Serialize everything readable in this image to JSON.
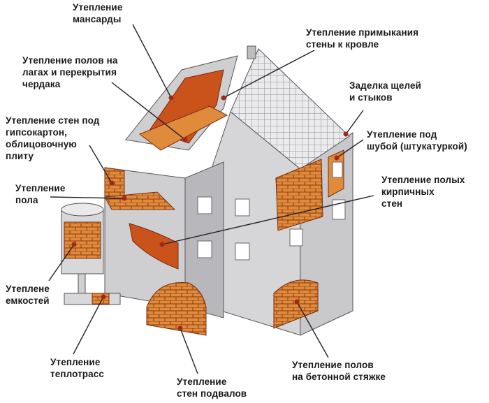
{
  "labels": {
    "attic": "Утепление\nмансарды",
    "floors_on_joists": "Утепление полов на\nлагах и перекрытия\nчердака",
    "wall_roof_junction": "Утепление примыкания\nстены к кровле",
    "gaps_and_joints": "Заделка щелей\nи стыков",
    "walls_under_drywall": "Утепление стен под\nгипсокартон,\nоблицовочную\nплиту",
    "walls_under_plaster": "Утепление под\nшубой (штукатуркой)",
    "floor": "Утепление\nпола",
    "hollow_brick_walls": "Утепление полых\nкирпичных\nстен",
    "tanks": "Утеплене\nемкостей",
    "heating_mains": "Утепление\nтеплотрасс",
    "basement_walls": "Утепление\nстен подвалов",
    "concrete_screed_floors": "Утепление полов\nна бетонной стяжке"
  },
  "colors": {
    "wall_light": "#d4d4d6",
    "wall_shade": "#aeaeb2",
    "roof": "#e2e2e4",
    "insulation": "#c9531a",
    "insulation_dark": "#7a2a0c",
    "brick": "#e38a3e",
    "leader": "#222222"
  }
}
